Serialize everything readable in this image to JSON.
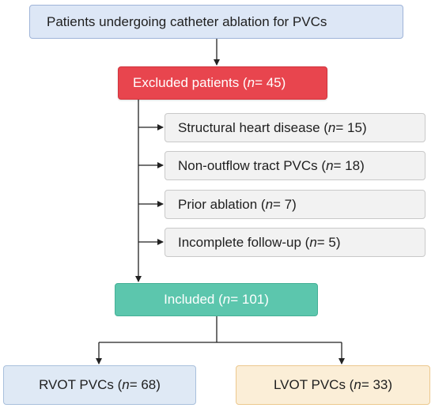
{
  "top_box": {
    "label": "Patients undergoing catheter ablation for PVCs"
  },
  "excluded": {
    "label": "Excluded patients (",
    "n_symbol": "n",
    "n_text": " = 45)"
  },
  "reasons": [
    {
      "label": "Structural heart disease (",
      "n_symbol": "n",
      "n_text": " = 15)"
    },
    {
      "label": "Non-outflow tract PVCs (",
      "n_symbol": "n",
      "n_text": " = 18)"
    },
    {
      "label": "Prior ablation (",
      "n_symbol": "n",
      "n_text": " = 7)"
    },
    {
      "label": "Incomplete follow-up (",
      "n_symbol": "n",
      "n_text": " = 5)"
    }
  ],
  "included": {
    "label": "Included (",
    "n_symbol": "n",
    "n_text": " = 101)"
  },
  "rvot": {
    "label": "RVOT PVCs (",
    "n_symbol": "n",
    "n_text": " = 68)"
  },
  "lvot": {
    "label": "LVOT PVCs (",
    "n_symbol": "n",
    "n_text": " = 33)"
  },
  "colors": {
    "top_fill": "#dde7f6",
    "excluded_fill": "#e8454e",
    "reason_fill": "#f2f2f2",
    "included_fill": "#5cc6ad",
    "rvot_fill": "#dfe9f5",
    "lvot_fill": "#fbeed7",
    "connector": "#222222"
  }
}
